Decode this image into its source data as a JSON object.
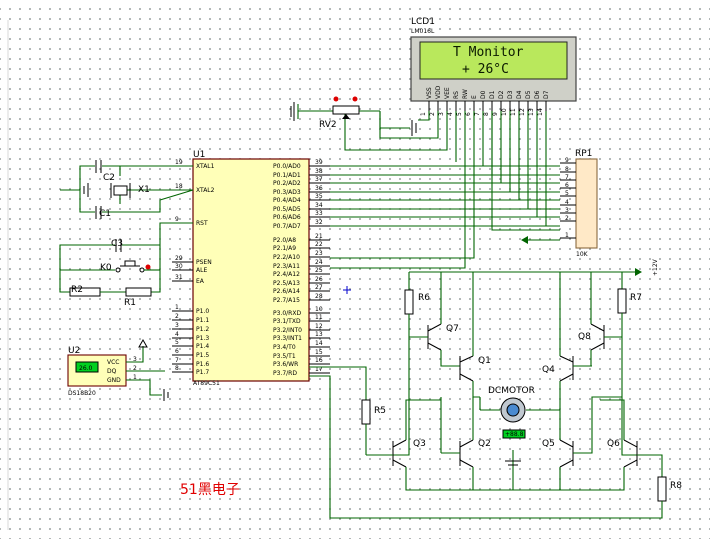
{
  "lcd": {
    "ref": "LCD1",
    "part": "LM016L",
    "line1": "T Monitor",
    "line2": "+ 26°C",
    "pins": [
      "VSS",
      "VDD",
      "VEE",
      "RS",
      "RW",
      "E",
      "D0",
      "D1",
      "D2",
      "D3",
      "D4",
      "D5",
      "D6",
      "D7"
    ],
    "pin_numbers": [
      "1",
      "2",
      "3",
      "4",
      "5",
      "6",
      "7",
      "8",
      "9",
      "10",
      "11",
      "12",
      "13",
      "14"
    ]
  },
  "mcu": {
    "ref": "U1",
    "part": "AT89C51",
    "left_pins": [
      {
        "num": "19",
        "name": "XTAL1"
      },
      {
        "num": "18",
        "name": "XTAL2"
      },
      {
        "num": "9",
        "name": "RST"
      },
      {
        "num": "29",
        "name": "PSEN"
      },
      {
        "num": "30",
        "name": "ALE"
      },
      {
        "num": "31",
        "name": "EA"
      },
      {
        "num": "1",
        "name": "P1.0"
      },
      {
        "num": "2",
        "name": "P1.1"
      },
      {
        "num": "3",
        "name": "P1.2"
      },
      {
        "num": "4",
        "name": "P1.3"
      },
      {
        "num": "5",
        "name": "P1.4"
      },
      {
        "num": "6",
        "name": "P1.5"
      },
      {
        "num": "7",
        "name": "P1.6"
      },
      {
        "num": "8",
        "name": "P1.7"
      }
    ],
    "right_pins": [
      {
        "num": "39",
        "name": "P0.0/AD0"
      },
      {
        "num": "38",
        "name": "P0.1/AD1"
      },
      {
        "num": "37",
        "name": "P0.2/AD2"
      },
      {
        "num": "36",
        "name": "P0.3/AD3"
      },
      {
        "num": "35",
        "name": "P0.4/AD4"
      },
      {
        "num": "34",
        "name": "P0.5/AD5"
      },
      {
        "num": "33",
        "name": "P0.6/AD6"
      },
      {
        "num": "32",
        "name": "P0.7/AD7"
      },
      {
        "num": "21",
        "name": "P2.0/A8"
      },
      {
        "num": "22",
        "name": "P2.1/A9"
      },
      {
        "num": "23",
        "name": "P2.2/A10"
      },
      {
        "num": "24",
        "name": "P2.3/A11"
      },
      {
        "num": "25",
        "name": "P2.4/A12"
      },
      {
        "num": "26",
        "name": "P2.5/A13"
      },
      {
        "num": "27",
        "name": "P2.6/A14"
      },
      {
        "num": "28",
        "name": "P2.7/A15"
      },
      {
        "num": "10",
        "name": "P3.0/RXD"
      },
      {
        "num": "11",
        "name": "P3.1/TXD"
      },
      {
        "num": "12",
        "name": "P3.2/INT0"
      },
      {
        "num": "13",
        "name": "P3.3/INT1"
      },
      {
        "num": "14",
        "name": "P3.4/T0"
      },
      {
        "num": "15",
        "name": "P3.5/T1"
      },
      {
        "num": "16",
        "name": "P3.6/WR"
      },
      {
        "num": "17",
        "name": "P3.7/RD"
      }
    ]
  },
  "sensor": {
    "ref": "U2",
    "part": "DS18B20",
    "display": "26.0",
    "pins": [
      {
        "num": "3",
        "name": "VCC"
      },
      {
        "num": "2",
        "name": "DQ"
      },
      {
        "num": "1",
        "name": "GND"
      }
    ]
  },
  "rp1": {
    "ref": "RP1",
    "value": "10K",
    "pins": [
      "9",
      "8",
      "7",
      "6",
      "5",
      "4",
      "3",
      "2",
      "1"
    ]
  },
  "components": {
    "rv2": "RV2",
    "c1": "C1",
    "c2": "C2",
    "c3": "C3",
    "x1": "X1",
    "k0": "K0",
    "r1": "R1",
    "r2": "R2",
    "r5": "R5",
    "r6": "R6",
    "r7": "R7",
    "r8": "R8",
    "q1": "Q1",
    "q2": "Q2",
    "q3": "Q3",
    "q4": "Q4",
    "q5": "Q5",
    "q6": "Q6",
    "q7": "Q7",
    "q8": "Q8",
    "motor": "DCMOTOR",
    "motor_readout": "+88.8",
    "supply": "+12V"
  },
  "watermark": "51黑电子",
  "colors": {
    "wire": "#006400",
    "chip_fill": "#ffffb8",
    "chip_border": "#6b0000",
    "lcd_screen": "#b9e85c",
    "watermark": "#e00000"
  }
}
